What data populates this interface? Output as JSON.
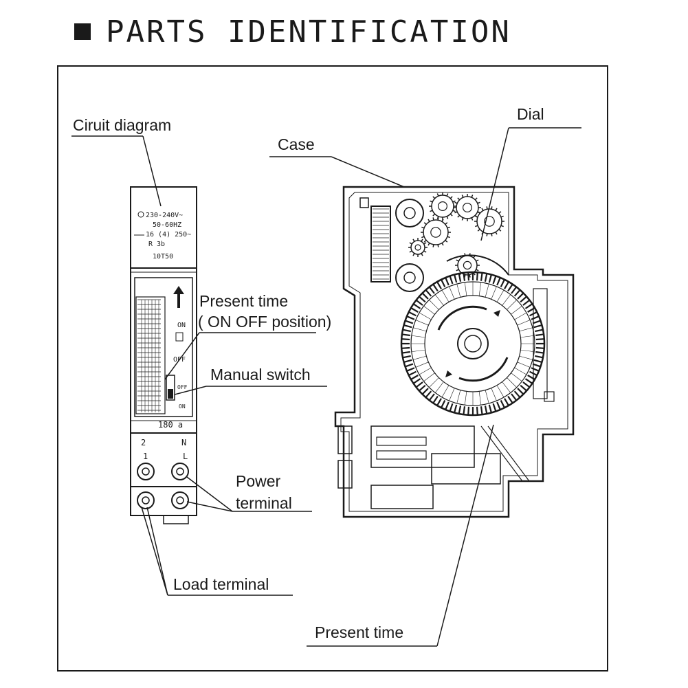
{
  "header": {
    "title": "PARTS IDENTIFICATION"
  },
  "labels": {
    "circuit_diagram": "Ciruit diagram",
    "present_time_top": "Present time",
    "on_off_position": "( ON OFF position)",
    "manual_switch": "Manual switch",
    "power_terminal_1": "Power",
    "power_terminal_2": "terminal",
    "load_terminal": "Load terminal",
    "case": "Case",
    "dial": "Dial",
    "present_time_bottom": "Present time"
  },
  "device_front": {
    "spec_line1": "230-240V~",
    "spec_line2": "50-60HZ",
    "spec_line3": "16 (4) 250~",
    "spec_line4": "R      3b",
    "spec_line5": "10T50",
    "on": "ON",
    "off": "OFF",
    "switch_off": "OFF",
    "switch_on": "ON",
    "bottom_label": "180 a",
    "terminal_top_left": "2",
    "terminal_top_left_b": "1",
    "terminal_top_right": "N",
    "terminal_top_right_b": "L"
  },
  "colors": {
    "line": "#1a1a1a",
    "background": "#ffffff"
  }
}
